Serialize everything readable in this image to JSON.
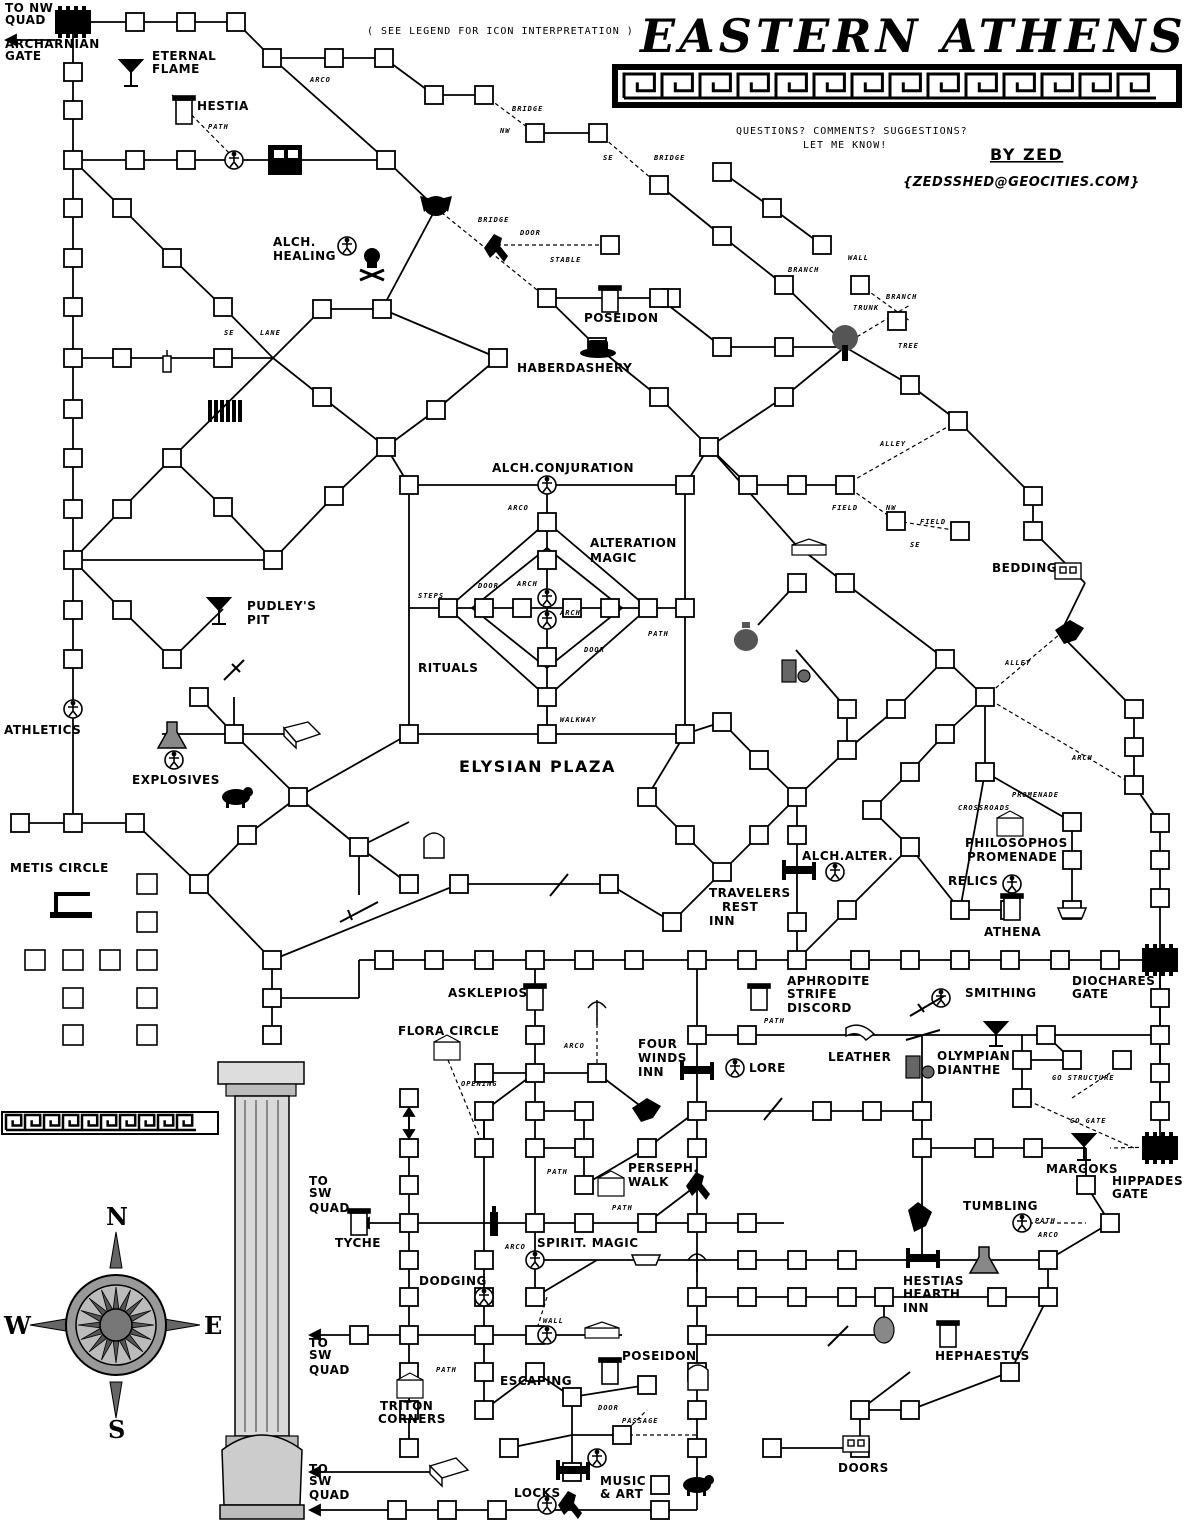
{
  "header": {
    "title": "EASTERN ATHENS",
    "note": "( SEE LEGEND FOR ICON INTERPRETATION )",
    "questions_line1": "QUESTIONS? COMMENTS? SUGGESTIONS?",
    "questions_line2": "LET ME KNOW!",
    "author": "BY ZED",
    "email": "{ZEDSSHED@GEOCITIES.COM}"
  },
  "compass": {
    "n": "N",
    "s": "S",
    "e": "E",
    "w": "W"
  },
  "labels": [
    {
      "text": "TO NW"
    },
    {
      "text": "QUAD"
    },
    {
      "text": "ARCHARNIAN"
    },
    {
      "text": "GATE"
    },
    {
      "text": "ETERNAL"
    },
    {
      "text": "FLAME"
    },
    {
      "text": "HESTIA"
    },
    {
      "text": "ALCH."
    },
    {
      "text": "HEALING"
    },
    {
      "text": "POSEIDON"
    },
    {
      "text": "HABERDASHERY"
    },
    {
      "text": "ALCH.CONJURATION"
    },
    {
      "text": "ALTERATION"
    },
    {
      "text": "MAGIC"
    },
    {
      "text": "PUDLEY'S"
    },
    {
      "text": "PIT"
    },
    {
      "text": "RITUALS"
    },
    {
      "text": "ATHLETICS"
    },
    {
      "text": "EXPLOSIVES"
    },
    {
      "text": "ELYSIAN PLAZA"
    },
    {
      "text": "METIS CIRCLE"
    },
    {
      "text": "BEDDING"
    },
    {
      "text": "PHILOSOPHOS"
    },
    {
      "text": "PROMENADE"
    },
    {
      "text": "ALCH.ALTER."
    },
    {
      "text": "RELICS"
    },
    {
      "text": "ATHENA"
    },
    {
      "text": "TRAVELERS"
    },
    {
      "text": "REST"
    },
    {
      "text": "INN"
    },
    {
      "text": "APHRODITE"
    },
    {
      "text": "STRIFE"
    },
    {
      "text": "DISCORD"
    },
    {
      "text": "ASKLEPIOS"
    },
    {
      "text": "FLORA CIRCLE"
    },
    {
      "text": "SMITHING"
    },
    {
      "text": "DIOCHARES"
    },
    {
      "text": "GATE"
    },
    {
      "text": "FOUR"
    },
    {
      "text": "WINDS"
    },
    {
      "text": "INN"
    },
    {
      "text": "LORE"
    },
    {
      "text": "LEATHER"
    },
    {
      "text": "OLYMPIAN"
    },
    {
      "text": "DIANTHE"
    },
    {
      "text": "MARGOKS"
    },
    {
      "text": "HIPPADES"
    },
    {
      "text": "GATE"
    },
    {
      "text": "PERSEPH."
    },
    {
      "text": "WALK"
    },
    {
      "text": "TO"
    },
    {
      "text": "SW"
    },
    {
      "text": "QUAD"
    },
    {
      "text": "TYCHE"
    },
    {
      "text": "SPIRIT. MAGIC"
    },
    {
      "text": "TUMBLING"
    },
    {
      "text": "DODGING"
    },
    {
      "text": "HESTIAS"
    },
    {
      "text": "HEARTH"
    },
    {
      "text": "INN"
    },
    {
      "text": "TO"
    },
    {
      "text": "SW"
    },
    {
      "text": "QUAD"
    },
    {
      "text": "POSEIDON"
    },
    {
      "text": "HEPHAESTUS"
    },
    {
      "text": "TRITON"
    },
    {
      "text": "CORNERS"
    },
    {
      "text": "ESCAPING"
    },
    {
      "text": "TO"
    },
    {
      "text": "SW"
    },
    {
      "text": "QUAD"
    },
    {
      "text": "MUSIC"
    },
    {
      "text": "& ART"
    },
    {
      "text": "LOCKS"
    },
    {
      "text": "DOORS"
    }
  ],
  "path_labels": [
    "ARCO",
    "BRIDGE",
    "NW",
    "SE",
    "BRIDGE",
    "PATH",
    "BRIDGE",
    "DOOR",
    "STABLE",
    "WALL",
    "BRANCH",
    "TRUNK",
    "BRANCH",
    "TREE",
    "SE",
    "LANE",
    "ALLEY",
    "FIELD",
    "NW",
    "FIELD",
    "SE",
    "ARCO",
    "STEPS",
    "DOOR",
    "ARCH",
    "ARCH",
    "DOOR",
    "PATH",
    "WALKWAY",
    "ALLEY",
    "ARCH",
    "PROMENADE",
    "CROSSROADS",
    "PATH",
    "ARCO",
    "OPENING",
    "GO STRUCTURE",
    "GO GATE",
    "PATH",
    "PATH",
    "ARCO",
    "PATH",
    "ARCO",
    "WALL",
    "PATH",
    "DOOR",
    "PASSAGE"
  ]
}
